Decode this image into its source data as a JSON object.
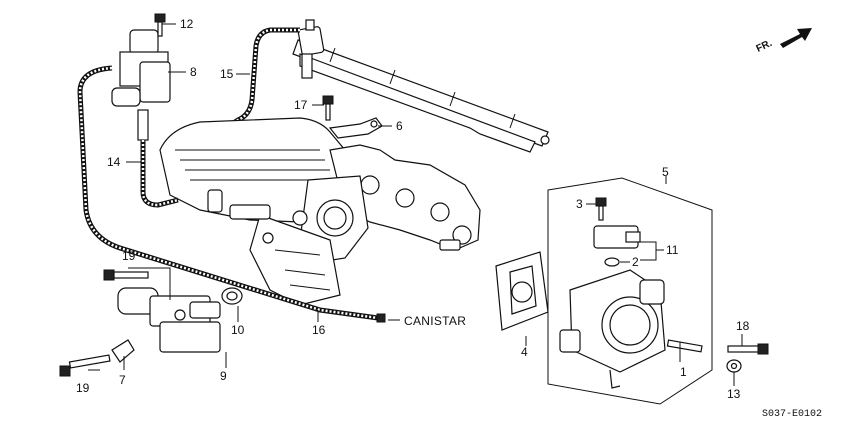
{
  "callouts": {
    "p1": "1",
    "p2": "2",
    "p3": "3",
    "p4": "4",
    "p5": "5",
    "p6": "6",
    "p7": "7",
    "p8": "8",
    "p9": "9",
    "p10": "10",
    "p11": "11",
    "p12": "12",
    "p13": "13",
    "p14": "14",
    "p15": "15",
    "p16": "16",
    "p17": "17",
    "p18": "18",
    "p19a": "19",
    "p19b": "19"
  },
  "canister_label": "CANISTAR",
  "direction_label": "FR.",
  "diagram_code": "S037-E0102"
}
